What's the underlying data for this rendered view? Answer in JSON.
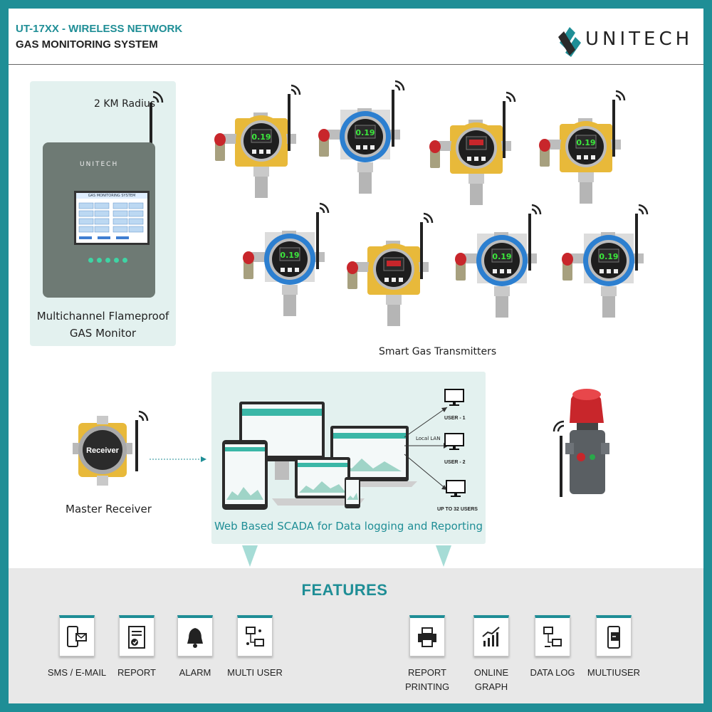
{
  "header": {
    "title_line1": "UT-17XX - WIRELESS NETWORK",
    "title_line2": "GAS MONITORING SYSTEM",
    "brand": "UNITECH"
  },
  "monitor": {
    "radius_label": "2 KM Radius",
    "caption_line1": "Multichannel Flameproof",
    "caption_line2": "GAS Monitor",
    "screen_title": "GAS MONITORING SYSTEM",
    "logo_text": "UNITECH"
  },
  "transmitters": {
    "caption": "Smart Gas Transmitters",
    "reading": "0.19"
  },
  "receiver": {
    "device_label": "Receiver",
    "caption": "Master Receiver"
  },
  "scada": {
    "caption": "Web Based SCADA for Data logging and Reporting",
    "lan_label": "Local LAN",
    "users": [
      "USER - 1",
      "USER - 2",
      "UP TO 32 USERS"
    ]
  },
  "features": {
    "title": "FEATURES",
    "items": [
      {
        "label1": "SMS / E-MAIL",
        "label2": "",
        "icon": "sms-email-icon"
      },
      {
        "label1": "REPORT",
        "label2": "",
        "icon": "report-icon"
      },
      {
        "label1": "ALARM",
        "label2": "",
        "icon": "alarm-bell-icon"
      },
      {
        "label1": "MULTI USER",
        "label2": "",
        "icon": "multi-user-icon"
      },
      {
        "label1": "REPORT",
        "label2": "PRINTING",
        "icon": "printer-icon"
      },
      {
        "label1": "ONLINE",
        "label2": "GRAPH",
        "icon": "graph-icon"
      },
      {
        "label1": "DATA LOG",
        "label2": "",
        "icon": "data-log-icon"
      },
      {
        "label1": "MULTIUSER",
        "label2": "",
        "icon": "mobile-user-icon"
      }
    ]
  },
  "colors": {
    "teal": "#1f8e96",
    "panel": "#e3f1ef",
    "features_band": "#e8e8e8",
    "transmitter_yellow": "#e8b93a",
    "transmitter_blue": "#2c7fd0",
    "display_green": "#3ce63c",
    "beacon_red": "#c8262b"
  }
}
